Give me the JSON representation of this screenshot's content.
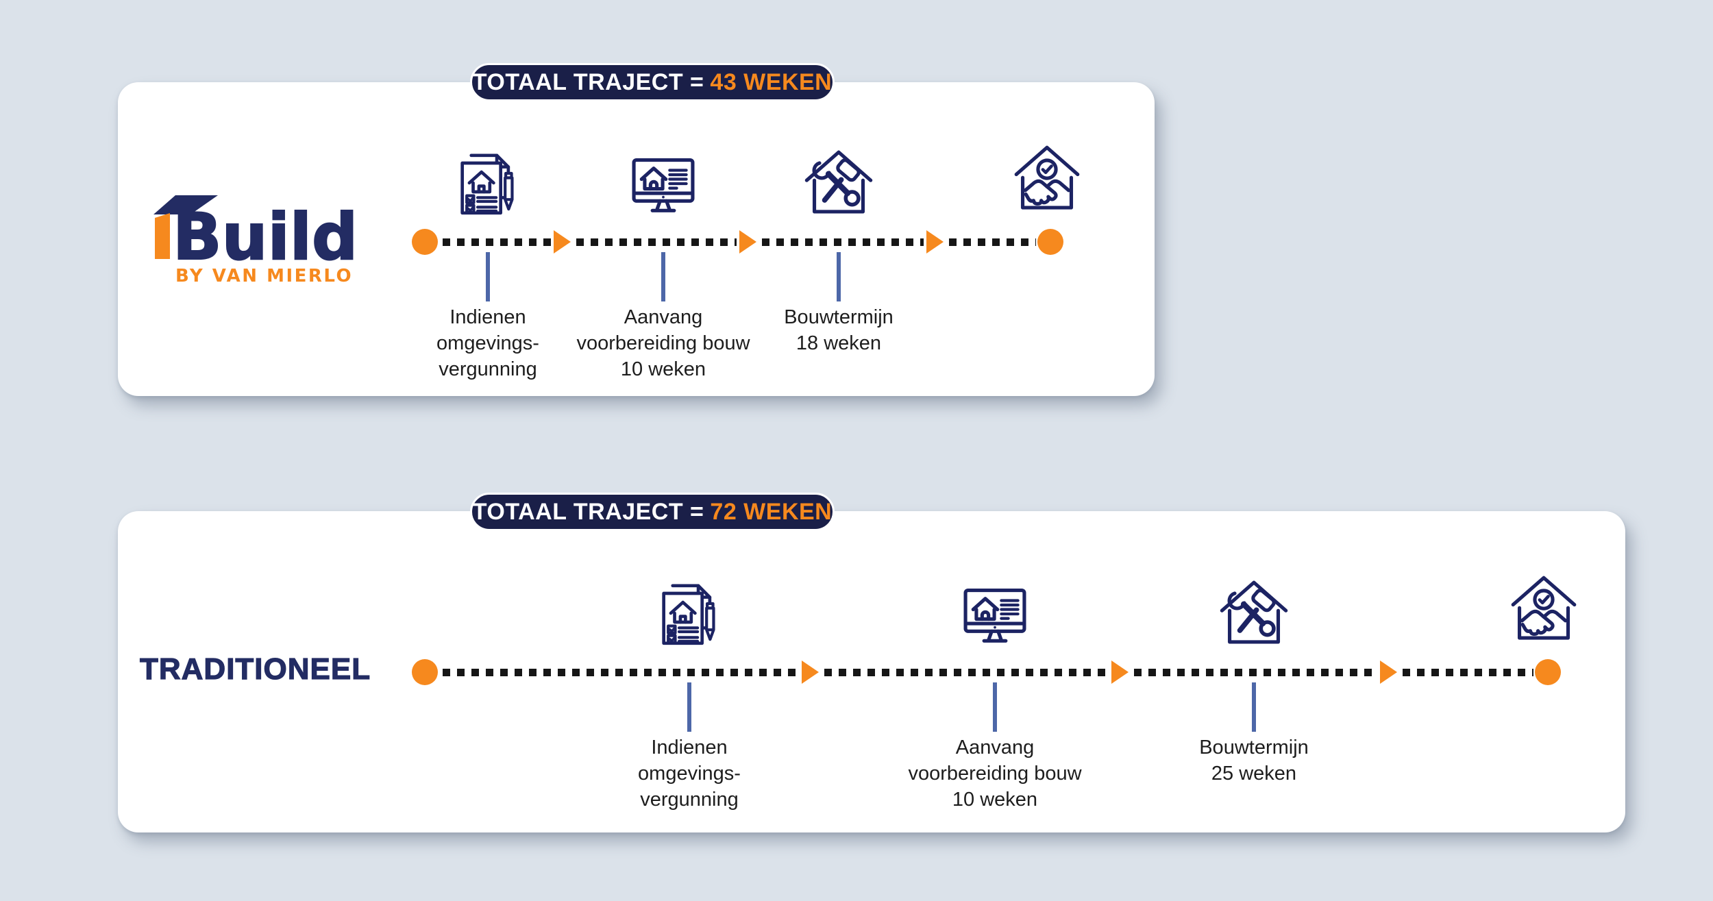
{
  "colors": {
    "bg": "#dbe2ea",
    "card": "#ffffff",
    "navy": "#1a1f48",
    "orange": "#f6891e",
    "icon_navy": "#1c2363",
    "logo_navy": "#232c63",
    "connector": "#4d67a8",
    "dots": "#161616",
    "text": "#1d1d1d"
  },
  "cards": [
    {
      "name": "iBuild traject",
      "badge": {
        "prefix": "TOTAAL TRAJECT =",
        "value": "43 WEKEN"
      },
      "brand": {
        "logo_main": "Build",
        "logo_sub": "BY VAN MIERLO"
      },
      "milestones": [
        {
          "icon": "permit-documents-icon",
          "lines": [
            "Indienen",
            "omgevings-",
            "vergunning"
          ]
        },
        {
          "icon": "monitor-house-icon",
          "lines": [
            "Aanvang",
            "voorbereiding bouw",
            "10 weken"
          ]
        },
        {
          "icon": "house-tools-icon",
          "lines": [
            "Bouwtermijn",
            "18 weken"
          ]
        },
        {
          "icon": "house-handshake-icon",
          "lines": []
        }
      ]
    },
    {
      "name": "Traditioneel traject",
      "badge": {
        "prefix": "TOTAAL TRAJECT =",
        "value": "72 WEKEN"
      },
      "brand": {
        "label": "TRADITIONEEL"
      },
      "milestones": [
        {
          "icon": "permit-documents-icon",
          "lines": [
            "Indienen",
            "omgevings-",
            "vergunning"
          ]
        },
        {
          "icon": "monitor-house-icon",
          "lines": [
            "Aanvang",
            "voorbereiding bouw",
            "10 weken"
          ]
        },
        {
          "icon": "house-tools-icon",
          "lines": [
            "Bouwtermijn",
            "25 weken"
          ]
        },
        {
          "icon": "house-handshake-icon",
          "lines": []
        }
      ]
    }
  ]
}
